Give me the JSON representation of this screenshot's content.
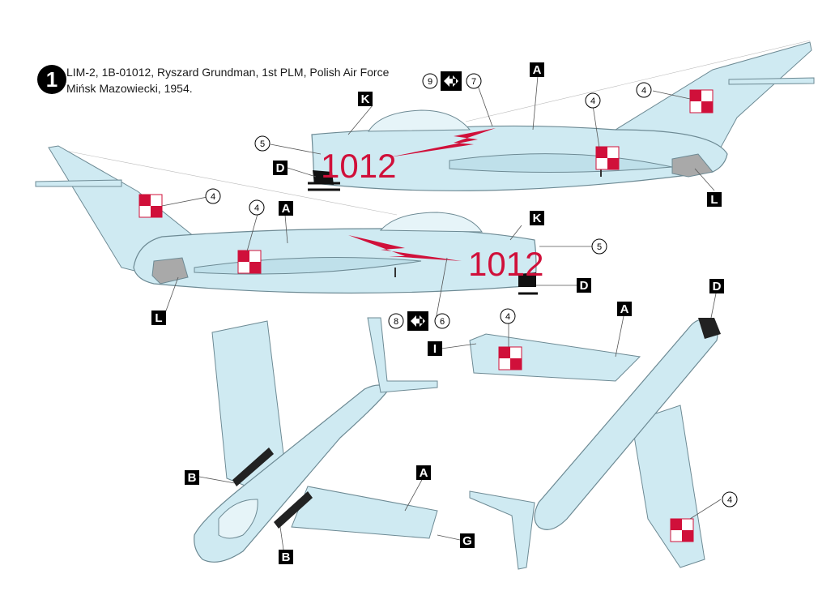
{
  "plate": {
    "number": "1"
  },
  "caption": {
    "line1": "LIM-2, 1B-01012, Ryszard Grundman, 1st PLM, Polish Air Force",
    "line2": "Mińsk Mazowiecki, 1954."
  },
  "aircraft_code": "1012",
  "colors": {
    "fuselage": "#cfeaf2",
    "outline": "#6d8a94",
    "national_red": "#d0103a",
    "black": "#000000",
    "grey_panel": "#a9a9a9",
    "callout_line": "#555555"
  },
  "letter_labels": [
    "A",
    "A",
    "A",
    "A",
    "B",
    "B",
    "D",
    "D",
    "D",
    "G",
    "I",
    "K",
    "K",
    "L",
    "L"
  ],
  "number_callouts": [
    "4",
    "4",
    "4",
    "4",
    "4",
    "4",
    "5",
    "5",
    "6",
    "7",
    "8",
    "9"
  ],
  "direction_icon": "left-right-arrow-icon"
}
